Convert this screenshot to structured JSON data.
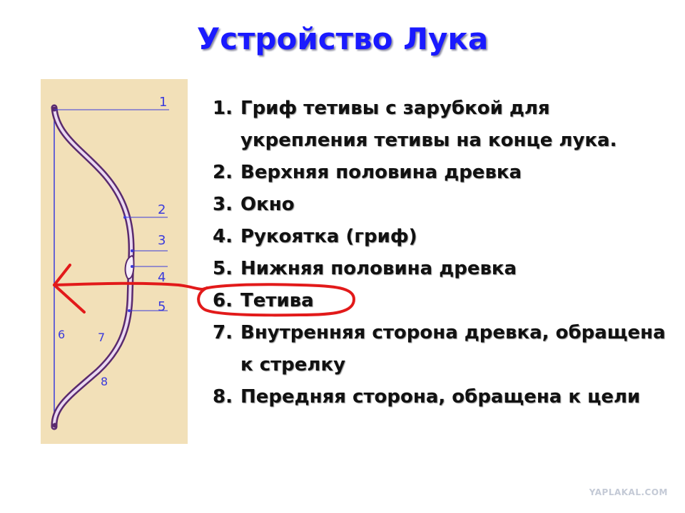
{
  "slide": {
    "title": "Устройство Лука"
  },
  "diagram": {
    "labels": [
      "1",
      "2",
      "3",
      "4",
      "5",
      "6",
      "7",
      "8"
    ],
    "colors": {
      "background": "#f2e0b8",
      "bow": "#5a2a6e",
      "guides": "#3a3adc",
      "highlight": "#e21a1a"
    }
  },
  "list": {
    "items": [
      {
        "num": "1.",
        "text": "Гриф тетивы с зарубкой для укрепления тетивы на конце лука."
      },
      {
        "num": "2.",
        "text": "Верхняя половина древка"
      },
      {
        "num": "3.",
        "text": "Окно"
      },
      {
        "num": "4.",
        "text": "Рукоятка (гриф)"
      },
      {
        "num": "5.",
        "text": "Нижняя половина древка"
      },
      {
        "num": "6.",
        "text": "Тетива"
      },
      {
        "num": "7.",
        "text": "Внутренняя сторона древка, обращена к стрелку"
      },
      {
        "num": "8.",
        "text": "Передняя сторона, обращена к цели"
      }
    ]
  },
  "watermark": "YAPLAKAL.COM"
}
